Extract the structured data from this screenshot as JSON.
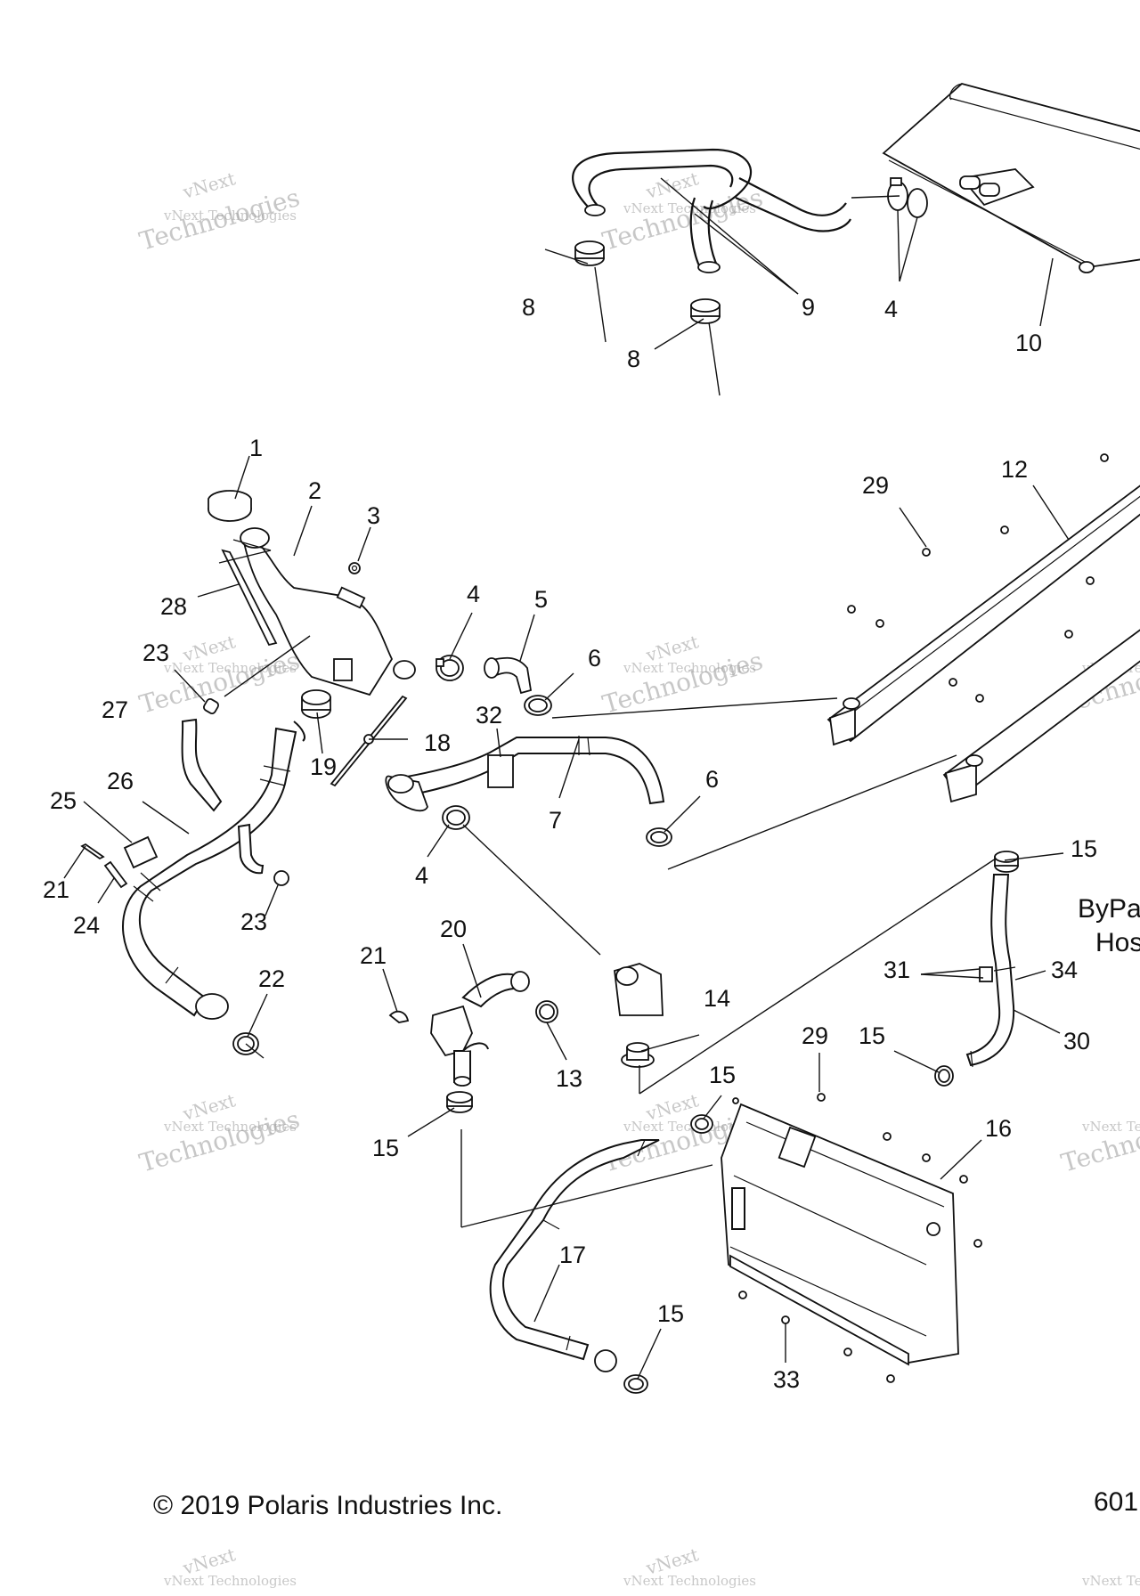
{
  "labels": {
    "l1": "1",
    "l2": "2",
    "l3": "3",
    "l4a": "4",
    "l4b": "4",
    "l4c": "4",
    "l5": "5",
    "l6a": "6",
    "l6b": "6",
    "l7": "7",
    "l8a": "8",
    "l8b": "8",
    "l9": "9",
    "l10": "10",
    "l12": "12",
    "l13": "13",
    "l14": "14",
    "l15a": "15",
    "l15b": "15",
    "l15c": "15",
    "l15d": "15",
    "l15e": "15",
    "l16": "16",
    "l17": "17",
    "l18": "18",
    "l19": "19",
    "l20": "20",
    "l21a": "21",
    "l21b": "21",
    "l22": "22",
    "l23a": "23",
    "l23b": "23",
    "l24": "24",
    "l25": "25",
    "l26": "26",
    "l27": "27",
    "l28": "28",
    "l29a": "29",
    "l29b": "29",
    "l30": "30",
    "l31": "31",
    "l32": "32",
    "l33": "33",
    "l34": "34"
  },
  "side_note": {
    "line1": "ByPa",
    "line2": "Hos"
  },
  "watermark": {
    "line1": "vNext",
    "line2": "vNext Technologies",
    "line3": "Technologies"
  },
  "footer": {
    "copyright": "© 2019 Polaris Industries Inc.",
    "page_code": "601"
  }
}
